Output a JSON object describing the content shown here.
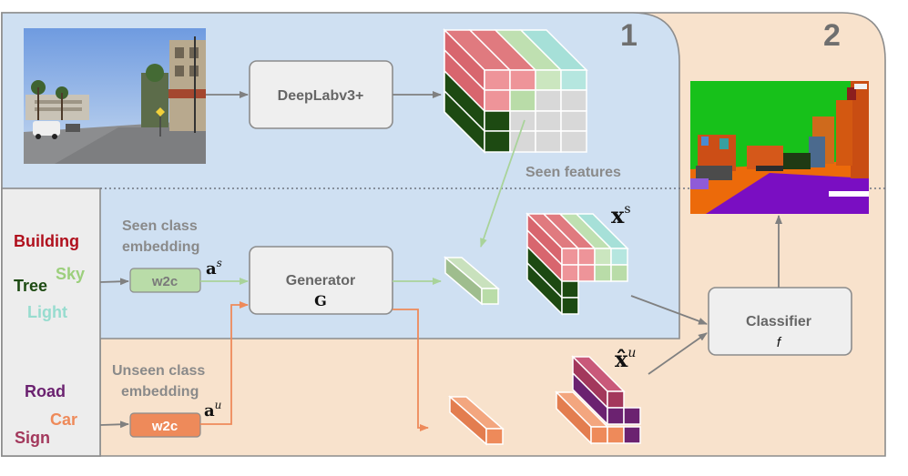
{
  "panels": {
    "region1_label": "1",
    "region2_label": "2"
  },
  "boxes": {
    "backbone": "DeepLabv3+",
    "generator": "Generator",
    "generator_symbol": "G",
    "classifier": "Classifier",
    "classifier_symbol": "f",
    "w2c_seen": "w2c",
    "w2c_unseen": "w2c"
  },
  "labels": {
    "seen_features": "Seen features",
    "seen_embedding_line1": "Seen class",
    "seen_embedding_line2": "embedding",
    "unseen_embedding_line1": "Unseen class",
    "unseen_embedding_line2": "embedding",
    "seen_symbol": "a",
    "seen_symbol_sup": "s",
    "unseen_symbol": "a",
    "unseen_symbol_sup": "u",
    "xs_symbol": "x",
    "xs_sup": "s",
    "xu_symbol": "x̂",
    "xu_sup": "u"
  },
  "classes": {
    "seen": [
      {
        "name": "Building",
        "color": "#b0101d"
      },
      {
        "name": "Sky",
        "color": "#9ccf7c"
      },
      {
        "name": "Tree",
        "color": "#1d4a12"
      },
      {
        "name": "Light",
        "color": "#97dccf"
      }
    ],
    "unseen": [
      {
        "name": "Road",
        "color": "#6b2270"
      },
      {
        "name": "Car",
        "color": "#ee8a5a"
      },
      {
        "name": "Sign",
        "color": "#a3385c"
      }
    ]
  },
  "colors": {
    "seen_region": "#cfe0f2",
    "unseen_region": "#f8e2cc",
    "seen_arrow": "#a9d39a",
    "unseen_arrow": "#ee8a5a",
    "gray_arrow": "#808080",
    "w2c_seen_fill": "#b9dca8",
    "w2c_unseen_fill": "#ee8a5a"
  }
}
